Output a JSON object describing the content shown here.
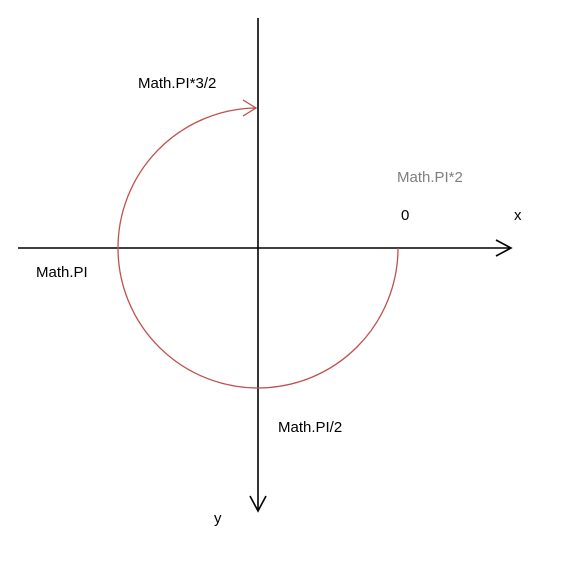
{
  "labels": {
    "x_axis": "x",
    "y_axis": "y",
    "angle_zero": "0",
    "angle_half_pi": "Math.PI/2",
    "angle_pi": "Math.PI",
    "angle_three_half_pi": "Math.PI*3/2",
    "angle_two_pi": "Math.PI*2"
  },
  "colors": {
    "axis": "#000000",
    "arc": "#c0504d",
    "label": "#000000",
    "label_muted": "#7f7f7f"
  }
}
